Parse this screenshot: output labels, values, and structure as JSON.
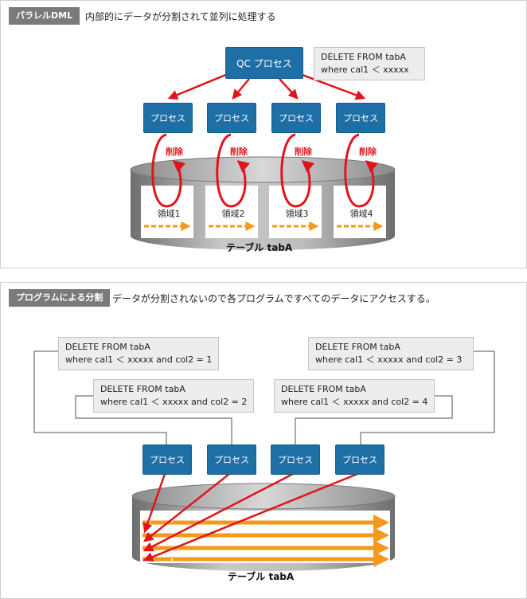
{
  "section1": {
    "tag": "パラレルDML",
    "description": "内部的にデータが分割されて並列に処理する",
    "qc_label": "QC プロセス",
    "sql": [
      "DELETE FROM tabA",
      "where cal1 ＜ xxxxx"
    ],
    "process_label": "プロセス",
    "delete_label": "削除",
    "regions": [
      "領域1",
      "領域2",
      "領域3",
      "領域4"
    ],
    "table_label": "テーブル tabA"
  },
  "section2": {
    "tag": "プログラムによる分割",
    "description": "データが分割されないので各プログラムですべてのデータにアクセスする。",
    "process_label": "プロセス",
    "sql1": [
      "DELETE FROM tabA",
      "where cal1 ＜ xxxxx and col2 = 1"
    ],
    "sql2": [
      "DELETE FROM tabA",
      "where cal1 ＜ xxxxx and col2 = 2"
    ],
    "sql3": [
      "DELETE FROM tabA",
      "where cal1 ＜ xxxxx and col2 = 3"
    ],
    "sql4": [
      "DELETE FROM tabA",
      "where cal1 ＜ xxxxx and col2 = 4"
    ],
    "table_label": "テーブル tabA"
  },
  "colors": {
    "process_blue": "#1f6fa7",
    "arrow_red": "#e0151b",
    "arrow_orange": "#f39a1e",
    "cylinder_gray": "#8c8c8c",
    "tag_gray": "#7a7a7a"
  }
}
